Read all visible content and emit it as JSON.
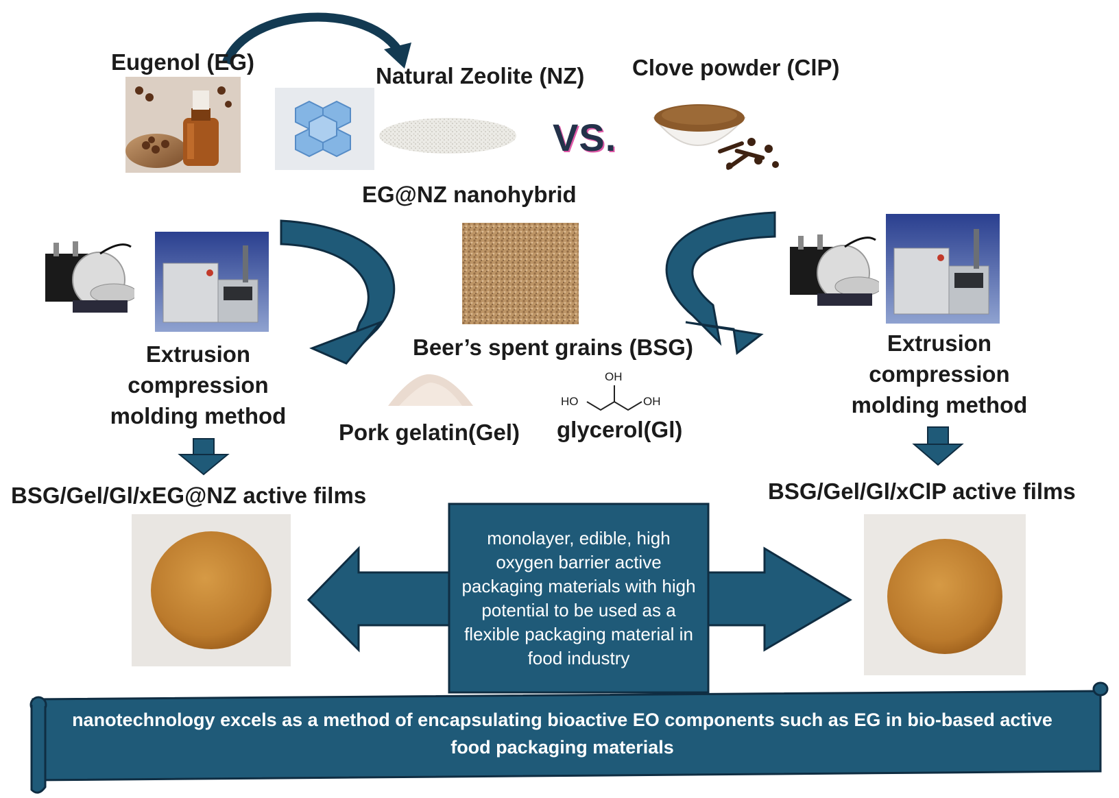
{
  "colors": {
    "accent": "#1f5a78",
    "arrow_dark": "#133a52",
    "text": "#1b1b1b"
  },
  "top": {
    "eugenol_label": "Eugenol (EG)",
    "zeolite_label": "Natural Zeolite (NZ)",
    "clove_label": "Clove powder (ClP)",
    "vs_text": "VS.",
    "nanohybrid_label": "EG@NZ nanohybrid"
  },
  "middle": {
    "left_method": "Extrusion compression molding method",
    "right_method": "Extrusion compression molding method",
    "bsg_label": "Beer’s spent grains (BSG)",
    "gelatin_label": "Pork gelatin(Gel)",
    "glycerol_label": "glycerol(Gl)",
    "glycerol_oh": "OH",
    "glycerol_ho_left": "HO",
    "glycerol_oh_right": "OH"
  },
  "films": {
    "left_label": "BSG/Gel/Gl/xEG@NZ active films",
    "right_label": "BSG/Gel/Gl/xClP active films"
  },
  "center_box": {
    "text": "monolayer, edible, high oxygen barrier active packaging materials with high potential to be used as a flexible packaging material in food industry"
  },
  "banner": {
    "text": "nanotechnology excels as a method of encapsulating bioactive EO components such as EG in bio-based active food packaging materials"
  },
  "icons": [
    "eugenol-oil-photo-icon",
    "zeolite-structure-icon",
    "zeolite-powder-icon",
    "clove-powder-bowl-icon",
    "extruder-machine-icon",
    "compression-press-icon",
    "bsg-grains-photo-icon",
    "gelatin-powder-icon",
    "glycerol-structure-icon",
    "film-disc-photo-icon"
  ]
}
